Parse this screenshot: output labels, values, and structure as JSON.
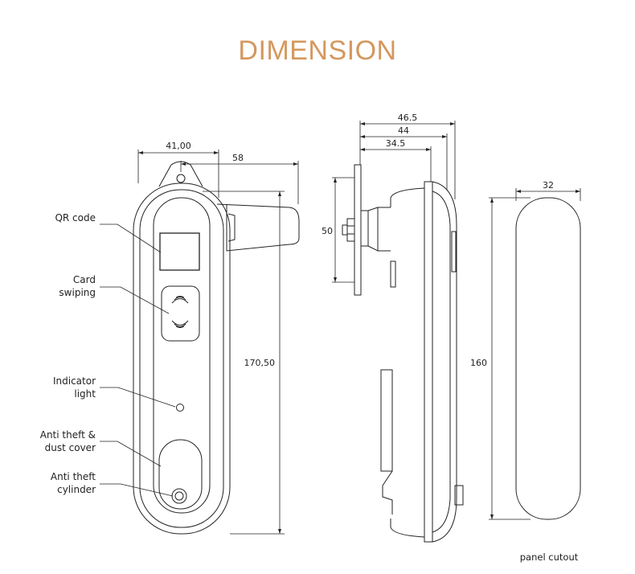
{
  "title": "DIMENSION",
  "front_view": {
    "dims": {
      "width": "41,00",
      "handle_reach": "58",
      "height": "170,50"
    },
    "callouts": {
      "qr_code": "QR code",
      "card_1": "Card",
      "card_2": "swiping",
      "indicator_1": "Indicator",
      "indicator_2": "light",
      "cover_1": "Anti theft &",
      "cover_2": "dust cover",
      "cylinder_1": "Anti theft",
      "cylinder_2": "cylinder"
    }
  },
  "side_view": {
    "dims": {
      "depth_total": "46.5",
      "depth_mid": "44",
      "depth_inner": "34.5",
      "flange": "50"
    }
  },
  "panel_cutout": {
    "dims": {
      "width": "32",
      "height": "160"
    },
    "caption": "panel cutout"
  },
  "colors": {
    "title": "#d4985e",
    "line": "#222222"
  }
}
